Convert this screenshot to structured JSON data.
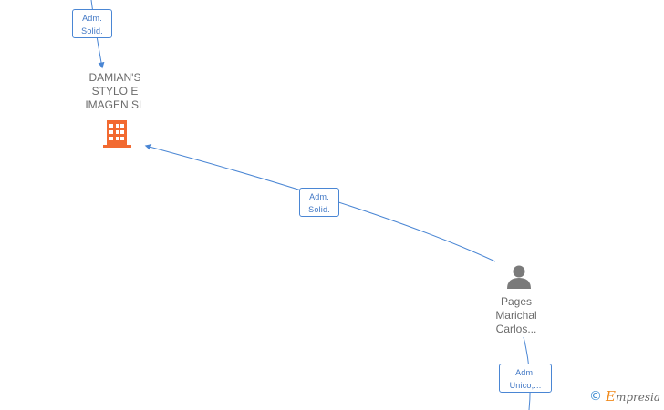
{
  "nodes": {
    "company": {
      "name_lines": [
        "DAMIAN'S",
        "STYLO E",
        "IMAGEN SL"
      ],
      "icon": "building-icon",
      "color": "#f26a31"
    },
    "person": {
      "name_lines": [
        "Pages",
        "Marichal",
        "Carlos..."
      ],
      "icon": "person-icon",
      "color": "#7a7a7a"
    }
  },
  "edges": [
    {
      "label_lines": [
        "Adm.",
        "Solid."
      ]
    },
    {
      "label_lines": [
        "Adm.",
        "Solid."
      ]
    },
    {
      "label_lines": [
        "Adm.",
        "Unico,..."
      ]
    }
  ],
  "colors": {
    "edge": "#4a86d4",
    "label_text": "#3f76c4"
  },
  "watermark": {
    "symbol": "©",
    "brand_initial": "E",
    "brand_rest": "mpresia"
  }
}
